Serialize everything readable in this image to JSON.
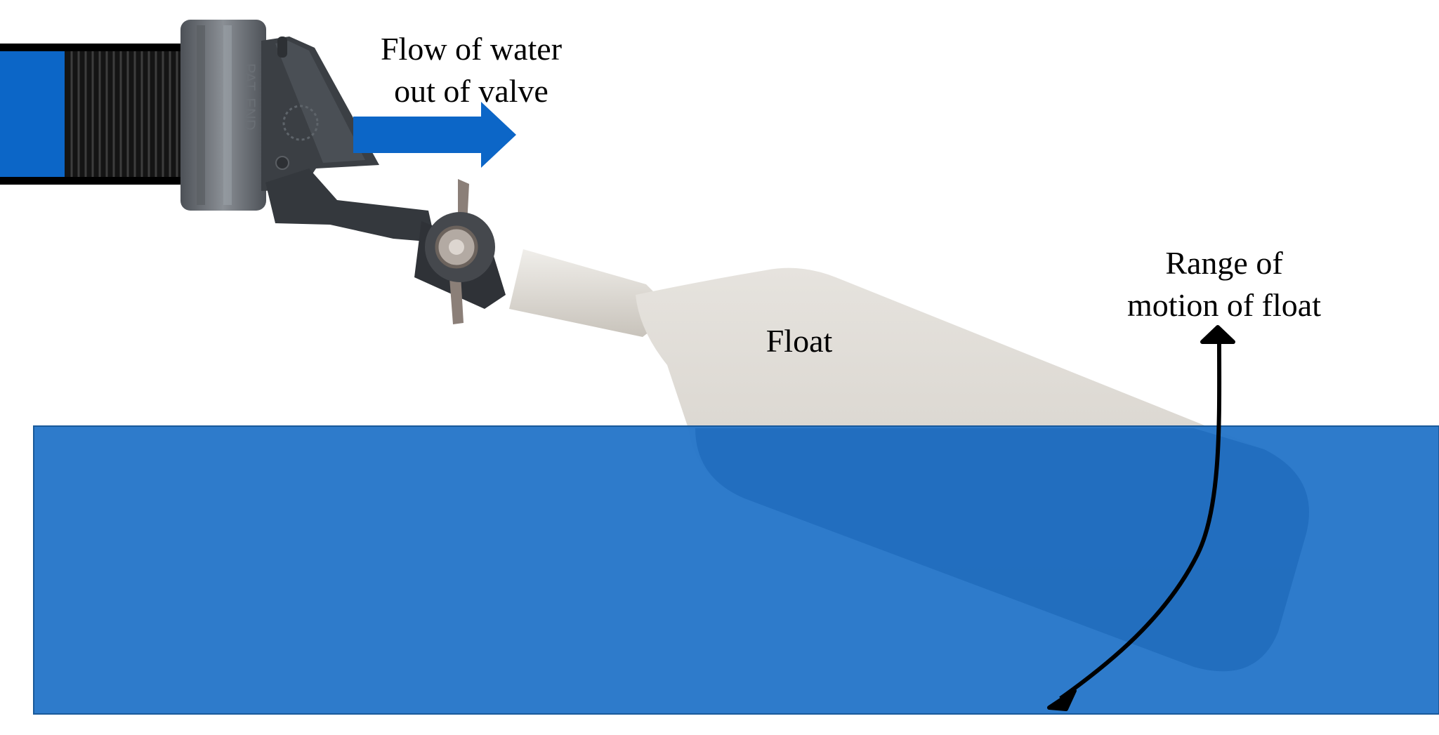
{
  "labels": {
    "flow_line1": "Flow of water",
    "flow_line2": "out of valve",
    "float": "Float",
    "range_line1": "Range of",
    "range_line2": "motion of float",
    "valve_marking": "PAT. END."
  },
  "colors": {
    "water": "#2777c9",
    "pipe_fill": "#0c66c7",
    "flow_arrow": "#0c66c7",
    "pipe_wall": "#000000",
    "valve_body": "#3b3f44",
    "valve_nut": "#6b7076",
    "float_body": "#ddd9d2",
    "wing_nut": "#a49890",
    "range_arrow": "#000000",
    "background": "#ffffff"
  },
  "icons": {
    "flow": "right-arrow",
    "range": "curved-double-arrow"
  }
}
